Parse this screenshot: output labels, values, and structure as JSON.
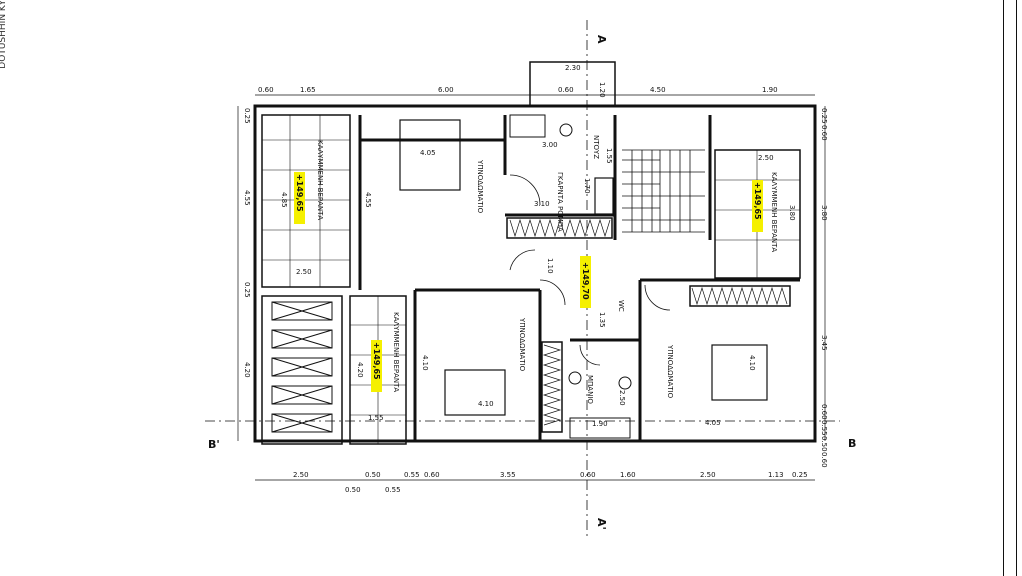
{
  "side_label": "DOTUSHHIN KY",
  "sections": {
    "a_top": "A",
    "a_bottom": "A'",
    "b_left": "B'",
    "b_right": "B"
  },
  "levels": {
    "main": "+149,70",
    "balcony_left": "+149,65",
    "balcony_right": "+149,65",
    "balcony_mid": "+149,65"
  },
  "rooms": {
    "bedroom": "ΥΠΝΟΔΩΜΑΤΙΟ",
    "covered_veranda": "ΚΑΛΥΜΜΕΝΗ ΒΕΡΑΝΤΑ",
    "bathroom": "ΜΠΑΝΙΟ",
    "wardrobe": "ΓΚΑΡΝΤΑ ΡΟΜΠΑ",
    "closet": "ΝΤΟΥΖ",
    "wc": "WC"
  },
  "dims_top": [
    "0.60",
    "1.65",
    "6.00",
    "0.60",
    "4.50",
    "1.90"
  ],
  "dims_top_small": [
    "2.30",
    "1.20"
  ],
  "dims_bottom": [
    "2.50",
    "0.50",
    "0.55",
    "0.60",
    "3.55",
    "0.60",
    "1.60",
    "2.50",
    "1.13",
    "0.25"
  ],
  "dims_bottom2": [
    "0.50",
    "0.55"
  ],
  "dims_left": [
    "0.25",
    "4.55",
    "0.25",
    "4.20"
  ],
  "dims_right": [
    "0.25",
    "0.60",
    "3.80",
    "3.45",
    "0.60",
    "0.55",
    "0.50",
    "0.60"
  ],
  "dims_inner": [
    "4.05",
    "4.55",
    "4.85",
    "2.50",
    "3.00",
    "1.55",
    "3.10",
    "1.70",
    "1.10",
    "1.35",
    "4.10",
    "4.10",
    "4.20",
    "1.55",
    "1.90",
    "2.50",
    "4.05",
    "4.10",
    "2.50",
    "3.80"
  ],
  "colors": {
    "line": "#111111",
    "highlight": "#f5f000",
    "hatch": "#222222"
  }
}
